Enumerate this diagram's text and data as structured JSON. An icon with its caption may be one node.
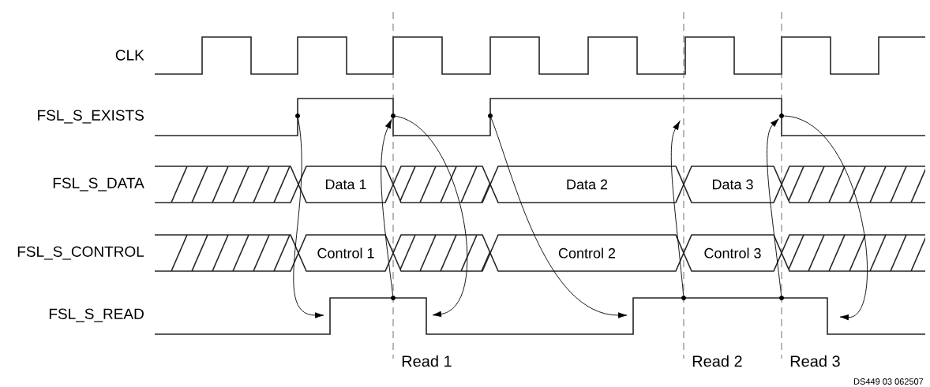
{
  "diagram": {
    "nodes": [
      {
        "text": [
          "Data 1"
        ]
      },
      {
        "text": [
          "Data 2"
        ]
      },
      {
        "text": [
          "Data 3"
        ]
      },
      {
        "text": [
          "Control 1"
        ]
      },
      {
        "text": [
          "Control 2"
        ]
      },
      {
        "text": [
          "Control 3"
        ]
      },
      {
        "text": [],
        "shape": "circle"
      },
      {
        "text": [],
        "shape": "circle"
      },
      {
        "text": [],
        "shape": "circle"
      },
      {
        "text": [],
        "shape": "circle"
      },
      {
        "text": [],
        "shape": "circle"
      },
      {
        "text": [],
        "shape": "circle"
      },
      {
        "text": [],
        "shape": "circle"
      }
    ],
    "edges": [
      {
        "from": 6,
        "to": null,
        "arrow": "to"
      },
      {
        "from": 10,
        "to": 7,
        "arrow": "to"
      },
      {
        "from": 7,
        "to": null,
        "arrow": "to"
      },
      {
        "from": 8,
        "to": null,
        "arrow": "to"
      },
      {
        "from": 11,
        "to": null,
        "arrow": "to"
      },
      {
        "from": 12,
        "to": 9,
        "arrow": "to"
      },
      {
        "from": 9,
        "to": null,
        "arrow": "to"
      }
    ],
    "labels": [
      "CLK",
      "FSL_S_EXISTS",
      "FSL_S_DATA",
      "FSL_S_CONTROL",
      "FSL_S_READ",
      "Read 1",
      "Read 2",
      "Read 3",
      "DS449 03 062507"
    ]
  }
}
